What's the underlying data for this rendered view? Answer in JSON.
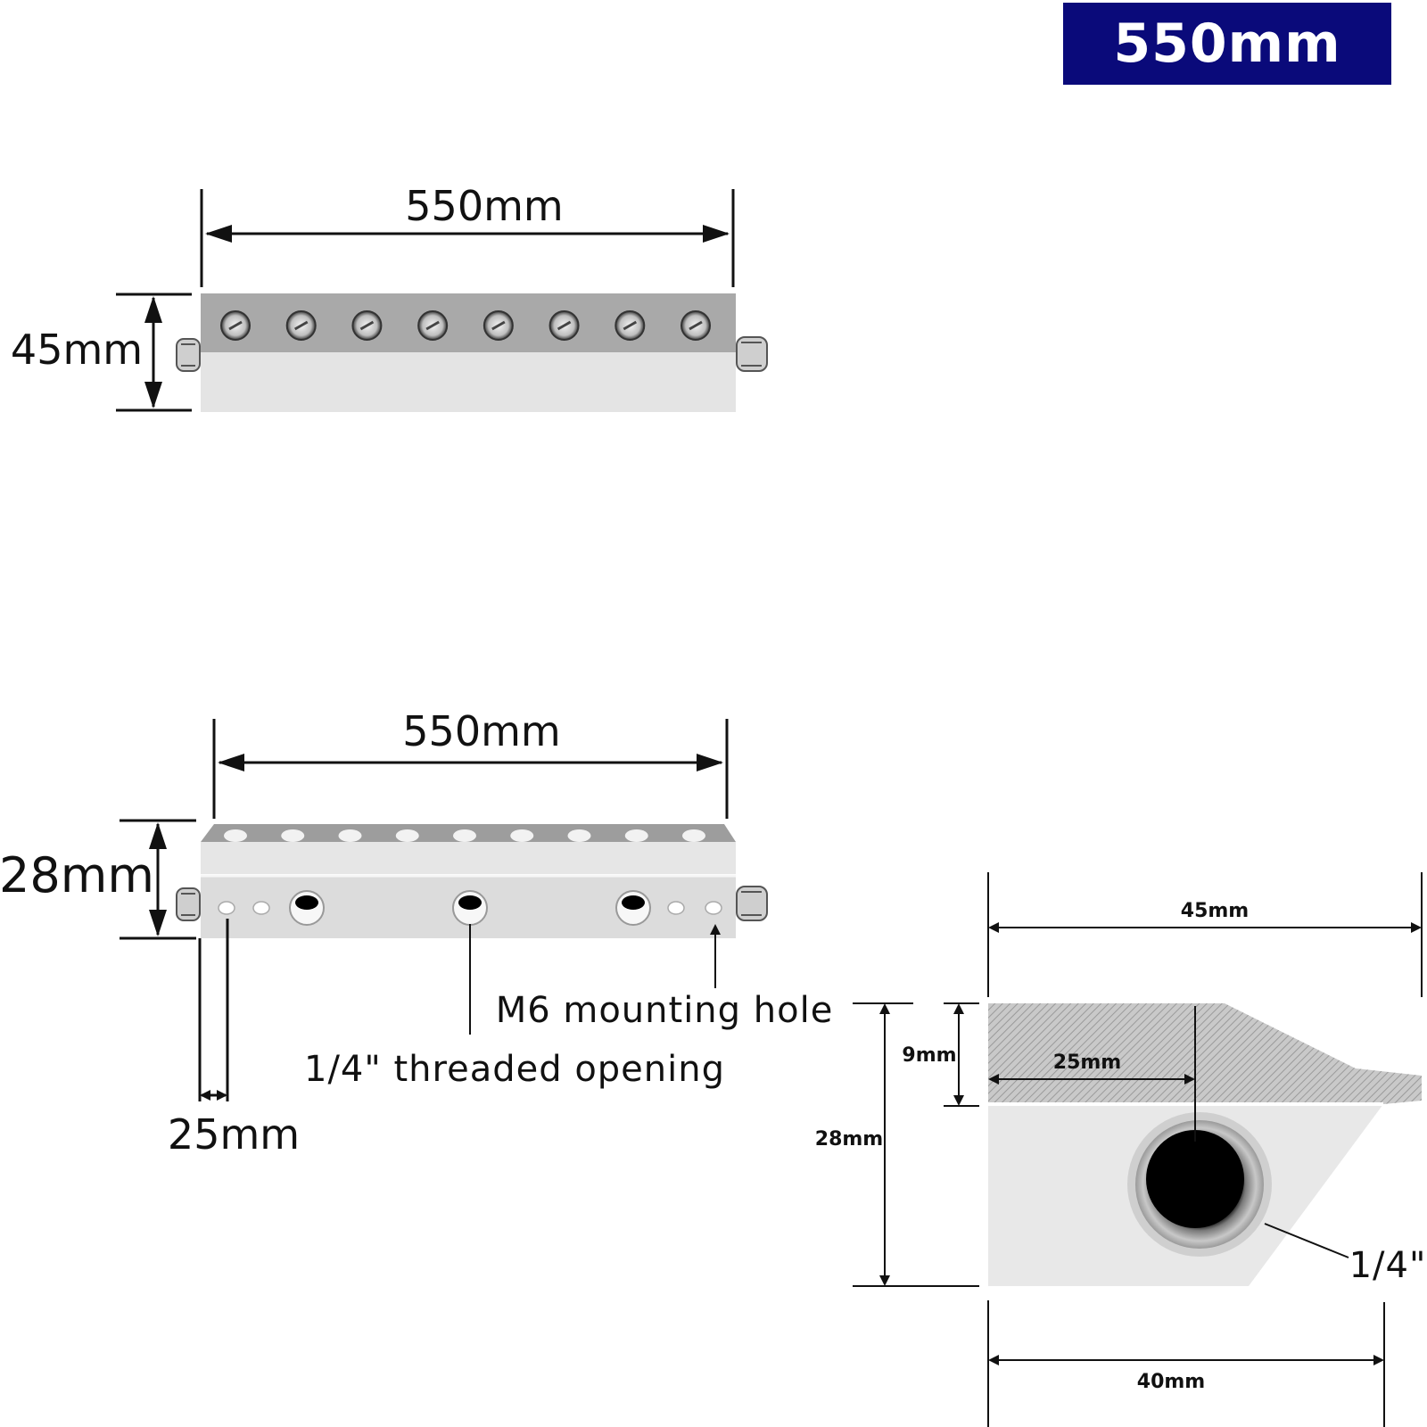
{
  "badge": {
    "label": "550mm"
  },
  "top_view": {
    "length_label": "550mm",
    "height_label": "45mm",
    "screw_count": 8
  },
  "side_view": {
    "length_label": "550mm",
    "height_label": "28mm",
    "offset_label": "25mm",
    "mounting_hole_label": "M6 mounting hole",
    "threaded_opening_label": "1/4\" threaded opening",
    "top_hole_count": 9
  },
  "cross_section": {
    "width_top_label": "45mm",
    "lip_height_label": "9mm",
    "inner_offset_label": "25mm",
    "height_label": "28mm",
    "port_label": "1/4\"",
    "width_bottom_label": "40mm"
  },
  "colors": {
    "badge_bg": "#0a0a7a",
    "badge_text": "#ffffff",
    "metal_dark": "#a9a9a9",
    "metal_light": "#e4e4e4"
  }
}
